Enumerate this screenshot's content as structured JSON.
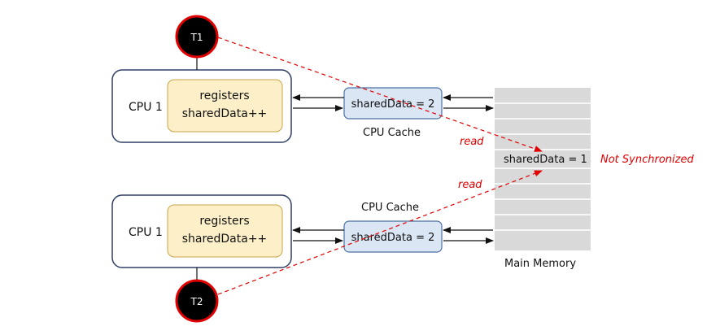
{
  "threads": [
    {
      "label": "T1"
    },
    {
      "label": "T2"
    }
  ],
  "cpus": [
    {
      "label": "CPU 1",
      "line1": "registers",
      "line2": "sharedData++"
    },
    {
      "label": "CPU 1",
      "line1": "registers",
      "line2": "sharedData++"
    }
  ],
  "caches": [
    {
      "value": "sharedData = 2",
      "label": "CPU Cache"
    },
    {
      "value": "sharedData = 2",
      "label": "CPU Cache"
    }
  ],
  "memory": {
    "cell_value": "sharedData = 1",
    "label": "Main Memory",
    "status": "Not Synchronized"
  },
  "arrows": {
    "read_top": "read",
    "read_bottom": "read"
  },
  "colors": {
    "thread_fill": "#000000",
    "thread_stroke": "#e00000",
    "cpu_stroke": "#2f3f66",
    "register_fill": "#fdf0c8",
    "register_stroke": "#c9a34a",
    "cache_fill": "#dbe6f5",
    "cache_stroke": "#4a6fa5",
    "memory_fill": "#d9d9d9",
    "accent_red": "#e00000"
  }
}
